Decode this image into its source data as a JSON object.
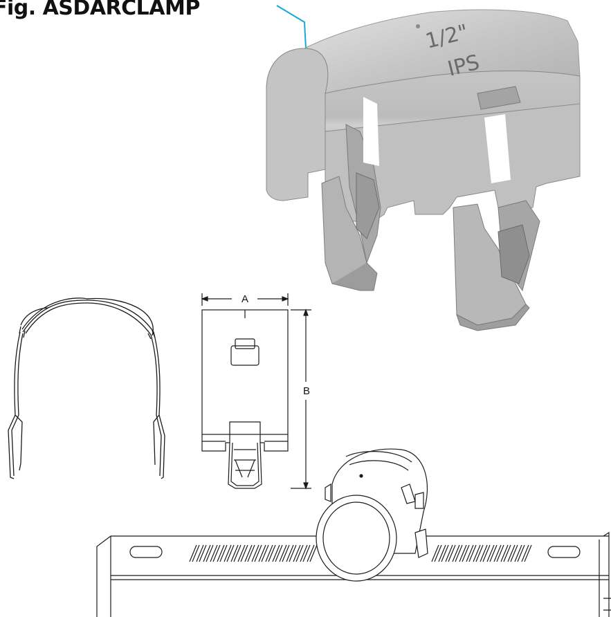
{
  "title": "Fig. ASDARCLAMP",
  "photo": {
    "stamp_size": "1/2\"",
    "stamp_type": "IPS",
    "leader_color": "#1aa6d8"
  },
  "drawing": {
    "dim_a": "A",
    "dim_b": "B"
  },
  "colors": {
    "metal_light": "#d6d6d6",
    "metal_mid": "#b5b5b5",
    "metal_dark": "#8f8f8f",
    "line": "#1a1a1a"
  }
}
